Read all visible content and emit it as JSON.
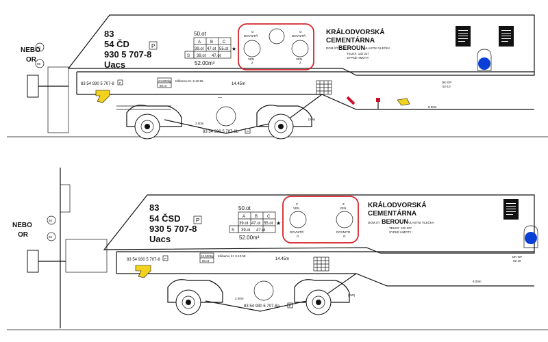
{
  "wagons": [
    {
      "id": "top",
      "side_label": [
        "NEBO",
        "OR"
      ],
      "circle_a": "50",
      "circle_b": "59",
      "ident_lines": [
        "83",
        "54 ČD",
        "930 5 707-8",
        "Uacs"
      ],
      "p_box": "P",
      "load_top": "50.ot",
      "load_headers": [
        "A",
        "B",
        "C"
      ],
      "load_row1": [
        "39.ot",
        "47.ot",
        "55.ot"
      ],
      "load_s": "S",
      "load_row2": [
        "39.ot",
        "47.ot"
      ],
      "star": "★",
      "volume": "52.00m³",
      "valve_labels": [
        "DOVNITŘ",
        "DOVNITŘ",
        "VEN",
        "VEN"
      ],
      "valve_small": [
        "O",
        "O",
        "Z",
        "Z"
      ],
      "company": [
        "KRÁLODVORSKÁ",
        "CEMENTÁRNA"
      ],
      "domst": "DOM.ST.",
      "beroun": "BEROUN",
      "vlastni": "VLASTNÍ VLEČKA",
      "telex": "TELEX:  132  227",
      "sypke": "SYPKÉ  HMOTY",
      "frame_number": "83 54 930 5 707-8",
      "weight_box": [
        "24,500kg",
        "80.ot"
      ],
      "small_note": "Kšibemo Kr. 5.10.55",
      "length": "14.45m",
      "dkgp": [
        "DK-GP",
        "52-10"
      ],
      "distance": "8.00m",
      "bogie_dist": "2.00m",
      "sw": "(SW)",
      "bottom_number": "83 54 930 5 707-8b",
      "bottom_p": "P"
    },
    {
      "id": "bottom",
      "side_label": [
        "NEBO",
        "OR"
      ],
      "circle_a": "50",
      "circle_b": "59",
      "ident_lines": [
        "83",
        "54 ČSD",
        "930 5 707-8",
        "Uacs"
      ],
      "p_box": "P",
      "load_top": "50.ot",
      "load_headers": [
        "A",
        "B",
        "C"
      ],
      "load_row1": [
        "39.ot",
        "47.ot",
        "55.ot"
      ],
      "load_s": "S",
      "load_row2": [
        "39.ot",
        "47.ot"
      ],
      "star": "★",
      "volume": "52.00m³",
      "valve_labels": [
        "VEN",
        "VEN",
        "DOVNITŘ",
        "DOVNITŘ"
      ],
      "valve_small": [
        "Z",
        "Z",
        "O",
        "O"
      ],
      "company": [
        "KRÁLODVORSKÁ",
        "CEMENTÁRNA"
      ],
      "domst": "DOM.ST.",
      "beroun": "BEROUN",
      "vlastni": "VLASTNÍ VLEČKA",
      "telex": "TELEX:  132  227",
      "sypke": "SYPKÉ  HMOTY",
      "frame_number": "83 54 930 5 707-8",
      "weight_box": [
        "24,500kg",
        "80.ot"
      ],
      "small_note": "Kšibemo Kr. 5.10.55",
      "length": "14.45m",
      "dkgp": [
        "DK-GP",
        "52-10"
      ],
      "distance": "8.00m",
      "bogie_dist": "2.00m",
      "sw": "(SW)",
      "bottom_number": "83 54 930 5 707-8a",
      "bottom_p": "P"
    }
  ],
  "colors": {
    "accent_red": "#d4232c",
    "lamp_blue": "#0a3fd6",
    "hook_yellow": "#f2d21c",
    "lever_red": "#c8102e"
  }
}
